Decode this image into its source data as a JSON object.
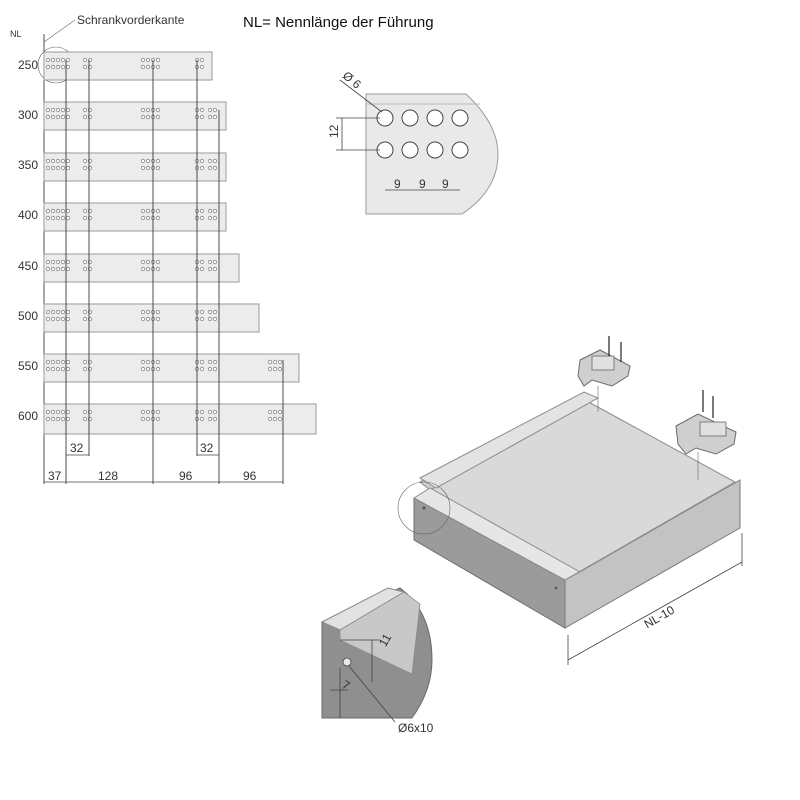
{
  "header": {
    "title": "NL= Nennlänge der Führung",
    "front_edge_label": "Schrankvorderkante",
    "nl_label": "NL"
  },
  "rails": [
    {
      "length": "250"
    },
    {
      "length": "300"
    },
    {
      "length": "350"
    },
    {
      "length": "400"
    },
    {
      "length": "450"
    },
    {
      "length": "500"
    },
    {
      "length": "550"
    },
    {
      "length": "600"
    }
  ],
  "spacing": {
    "inner_left": "32",
    "inner_right": "32",
    "d1": "37",
    "d2": "128",
    "d3": "96",
    "d4": "96"
  },
  "detail": {
    "diameter": "Ø 6",
    "vertical": "12",
    "pitch1": "9",
    "pitch2": "9",
    "pitch3": "9"
  },
  "drawer": {
    "length_label": "NL-10"
  },
  "corner": {
    "height": "11",
    "offset": "7",
    "hole_label": "Ø6x10"
  }
}
